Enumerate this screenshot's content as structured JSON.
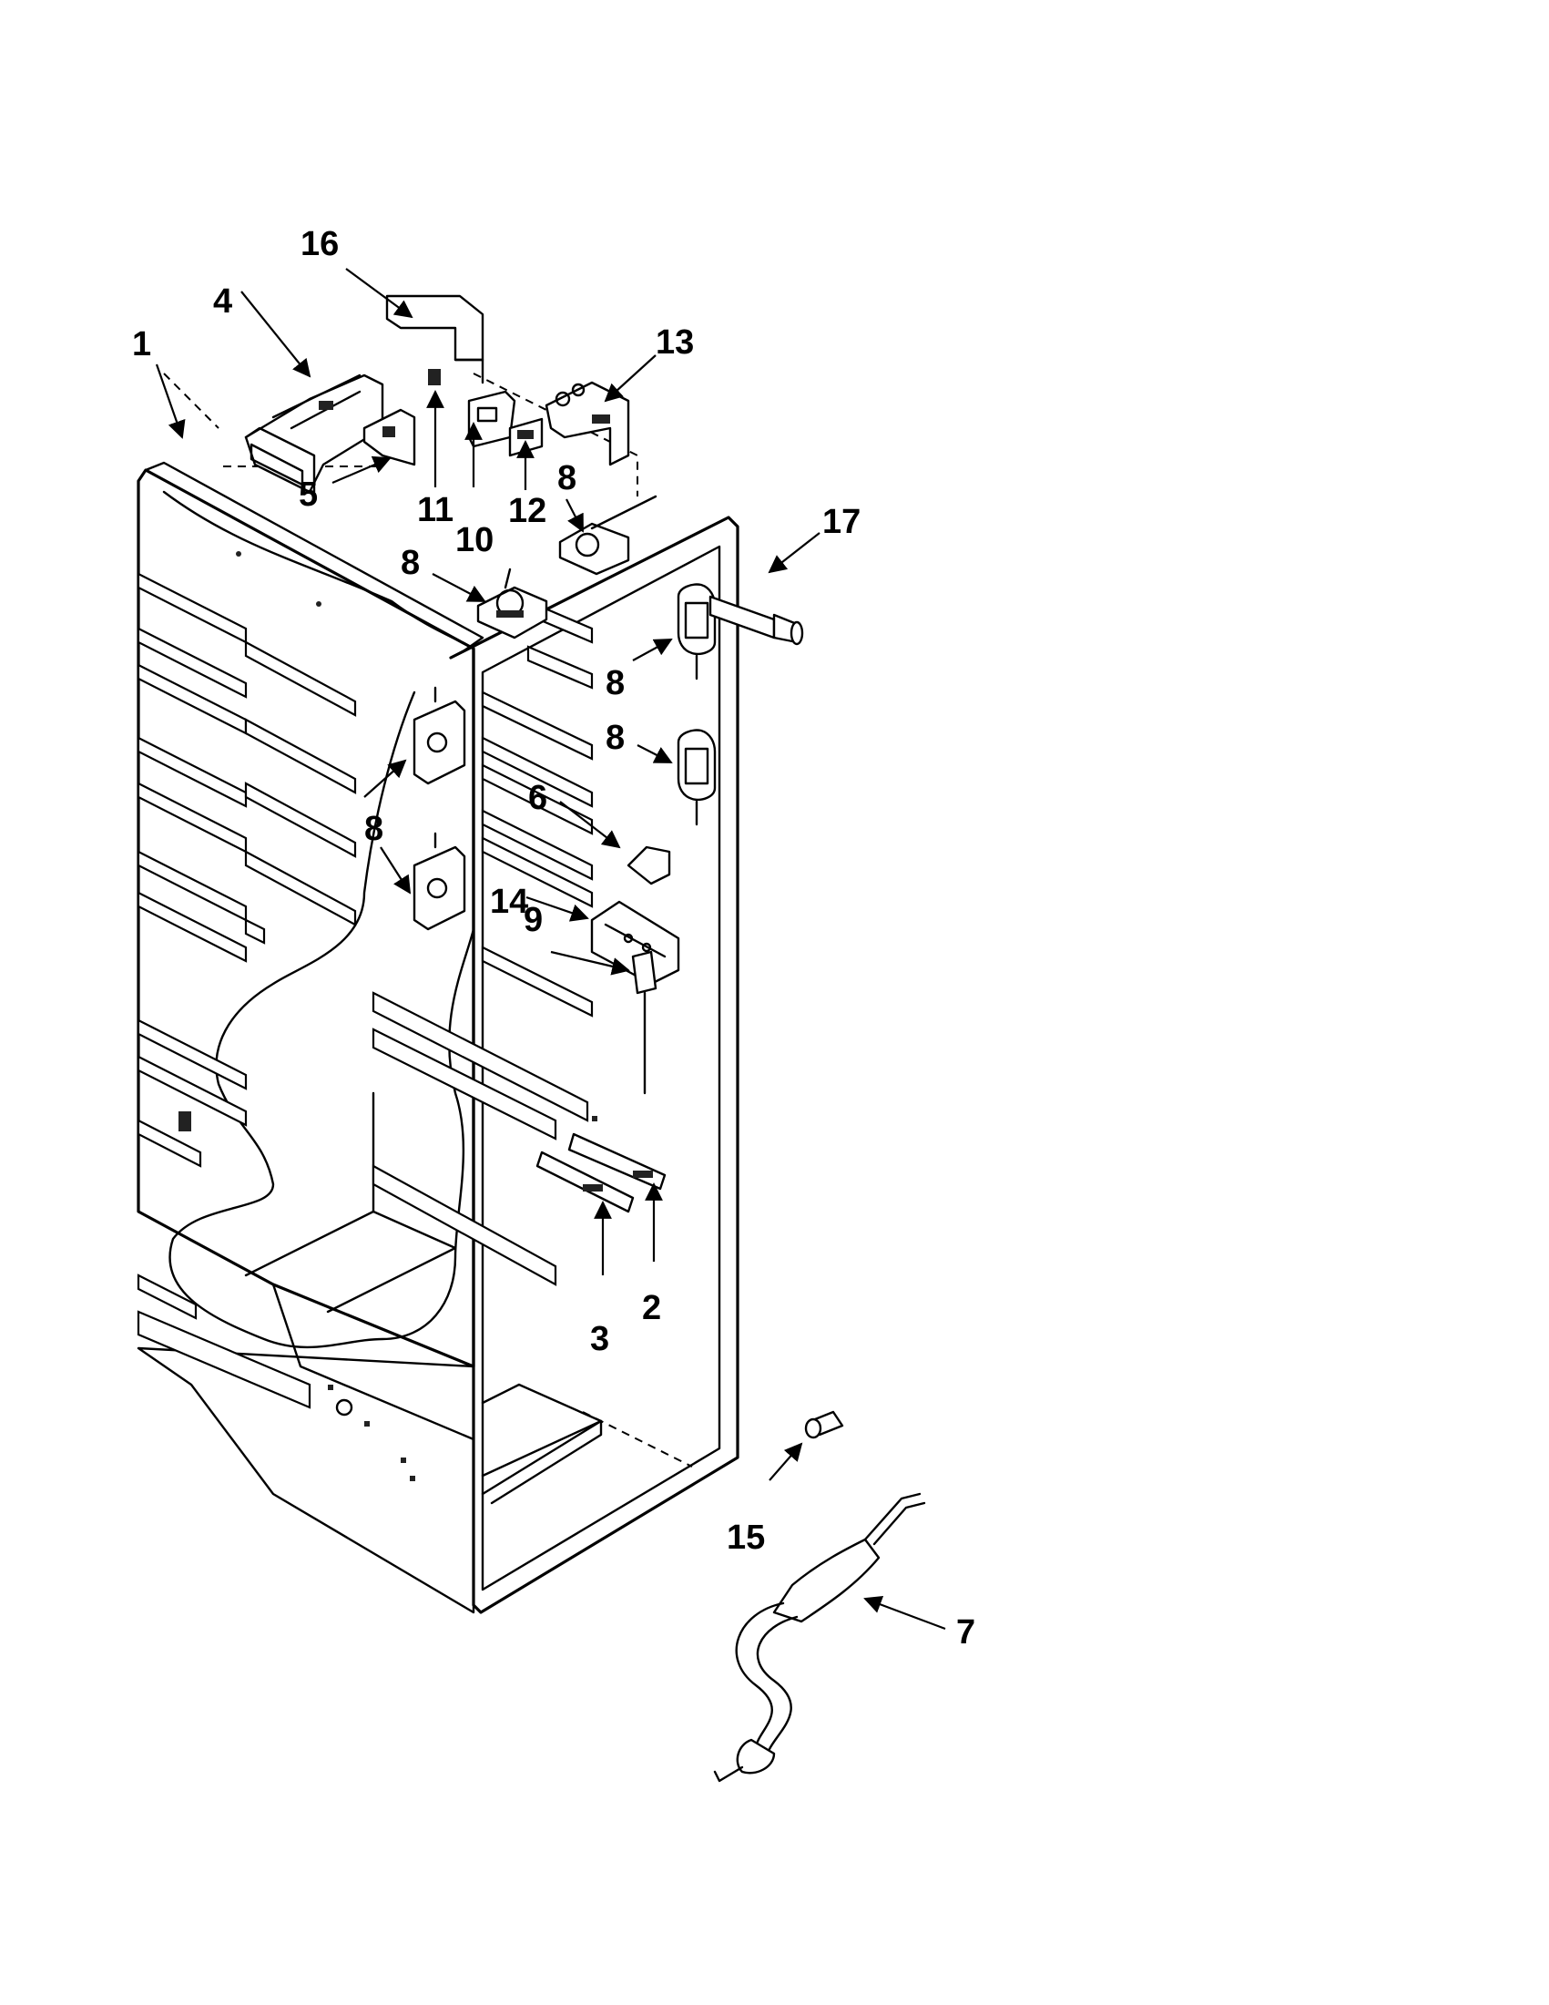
{
  "callouts": [
    {
      "id": "c1",
      "label": "1"
    },
    {
      "id": "c2",
      "label": "2"
    },
    {
      "id": "c3",
      "label": "3"
    },
    {
      "id": "c4",
      "label": "4"
    },
    {
      "id": "c5",
      "label": "5"
    },
    {
      "id": "c6",
      "label": "6"
    },
    {
      "id": "c7",
      "label": "7"
    },
    {
      "id": "c8a",
      "label": "8"
    },
    {
      "id": "c8b",
      "label": "8"
    },
    {
      "id": "c8c",
      "label": "8"
    },
    {
      "id": "c8d",
      "label": "8"
    },
    {
      "id": "c8e",
      "label": "8"
    },
    {
      "id": "c9",
      "label": "9"
    },
    {
      "id": "c10",
      "label": "10"
    },
    {
      "id": "c11",
      "label": "11"
    },
    {
      "id": "c12",
      "label": "12"
    },
    {
      "id": "c13",
      "label": "13"
    },
    {
      "id": "c14",
      "label": "14"
    },
    {
      "id": "c15",
      "label": "15"
    },
    {
      "id": "c16",
      "label": "16"
    },
    {
      "id": "c17",
      "label": "17"
    }
  ]
}
